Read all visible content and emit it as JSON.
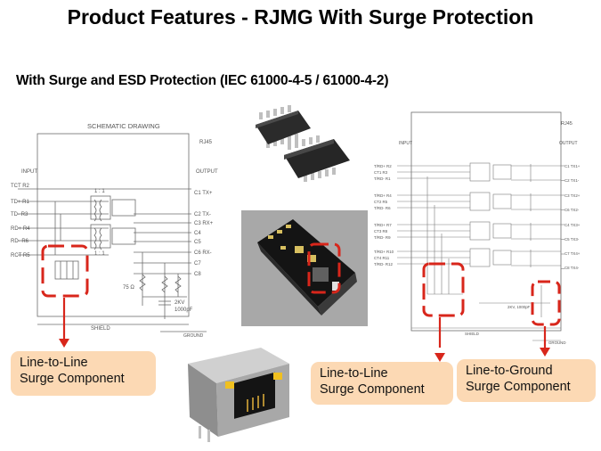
{
  "slide": {
    "title": "Product Features - RJMG With Surge Protection",
    "subtitle": "With Surge and ESD Protection (IEC 61000-4-5 / 61000-4-2)"
  },
  "schematic_left": {
    "heading": "SCHEMATIC DRAWING",
    "connector_label": "RJ45",
    "input_label": "INPUT",
    "output_label": "OUTPUT",
    "ratio_top": "1 : 1",
    "ratio_bottom": "1 : 1",
    "left_pins": [
      "TCT R2",
      "TD+ R1",
      "TD- R3",
      "RD+ R4",
      "RD- R6",
      "RCT R5"
    ],
    "right_pins": [
      "C1 TX+",
      "C2 TX-",
      "C3 RX+",
      "C4",
      "C5",
      "C6 RX-",
      "C7",
      "C8"
    ],
    "resistor_label": "75 Ω",
    "cap_label_1": "2KV",
    "cap_label_2": "1000pF",
    "shield_label": "SHIELD",
    "ground_label": "GROUND"
  },
  "schematic_right": {
    "connector_label": "RJ45",
    "input_label": "INPUT",
    "output_label": "OUTPUT",
    "left_pins": [
      "T/RD+ R2",
      "CT1 R3",
      "T/RD- R1",
      "T/RD+ R4",
      "CT2 R5",
      "T/RD- R6",
      "T/RD+ R7",
      "CT3 R8",
      "T/RD- R9",
      "T/RD+ R10",
      "CT4 R11",
      "T/RD- R12"
    ],
    "right_pins": [
      "C1 TX1+",
      "C2 TX1-",
      "C3 TX2+",
      "C6 TX2-",
      "C4 TX3+",
      "C5 TX3-",
      "C7 TX4+",
      "C8 TX4-"
    ],
    "cap_label": "2KV, 1000pF",
    "shield_label": "SHIELD",
    "ground_label": "GROUND"
  },
  "callouts": {
    "left": {
      "line1": "Line-to-Line",
      "line2": "Surge Component"
    },
    "middle": {
      "line1": "Line-to-Line",
      "line2": "Surge Component"
    },
    "right": {
      "line1": "Line-to-Ground",
      "line2": "Surge Component"
    }
  },
  "colors": {
    "callout_bg": "#fcd9b4",
    "highlight": "#d8261b",
    "line": "#6b6b6b"
  },
  "icons": [
    "msop-chip-icon",
    "surge-module-photo-icon",
    "rj45-jack-photo-icon",
    "arrow-down-icon"
  ]
}
